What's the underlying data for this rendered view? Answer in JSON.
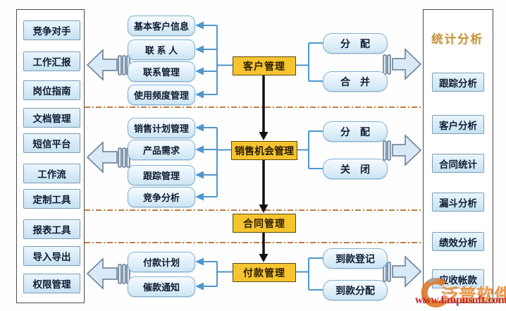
{
  "colors": {
    "module_fill": "#F6C42F",
    "node_fill": "#D9EAF7",
    "connector_blue": "#4E96CC",
    "flow_black": "#111111",
    "divider_orange": "#BF7D43",
    "stats_title_color": "#C6953F",
    "watermark_orange": "#E8913F",
    "watermark_red": "#C62222"
  },
  "left_panel": {
    "items": [
      "竞争对手",
      "工作汇报",
      "岗位指南",
      "文档管理",
      "短信平台",
      "工作流",
      "定制工具",
      "报表工具",
      "导入导出",
      "权限管理"
    ]
  },
  "groups": [
    {
      "module": "客户管理",
      "features": [
        "基本客户信息",
        "联 系 人",
        "联系管理",
        "使用频度管理"
      ],
      "actions": [
        "分　配",
        "合　并"
      ]
    },
    {
      "module": "销售机会管理",
      "features": [
        "销售计划管理",
        "产品需求",
        "跟踪管理",
        "竞争分析"
      ],
      "actions": [
        "分　配",
        "关　闭"
      ]
    },
    {
      "module": "合同管理"
    },
    {
      "module": "付款管理",
      "features": [
        "付款计划",
        "催款通知"
      ],
      "actions": [
        "到款登记",
        "到款分配"
      ]
    }
  ],
  "stats_panel": {
    "title": "统计分析",
    "items": [
      "跟踪分析",
      "客户分析",
      "合同统计",
      "漏斗分析",
      "绩效分析",
      "应收帐款"
    ]
  },
  "watermark": {
    "brand": "泛普软件",
    "url": "www.fanpusoft.com"
  }
}
